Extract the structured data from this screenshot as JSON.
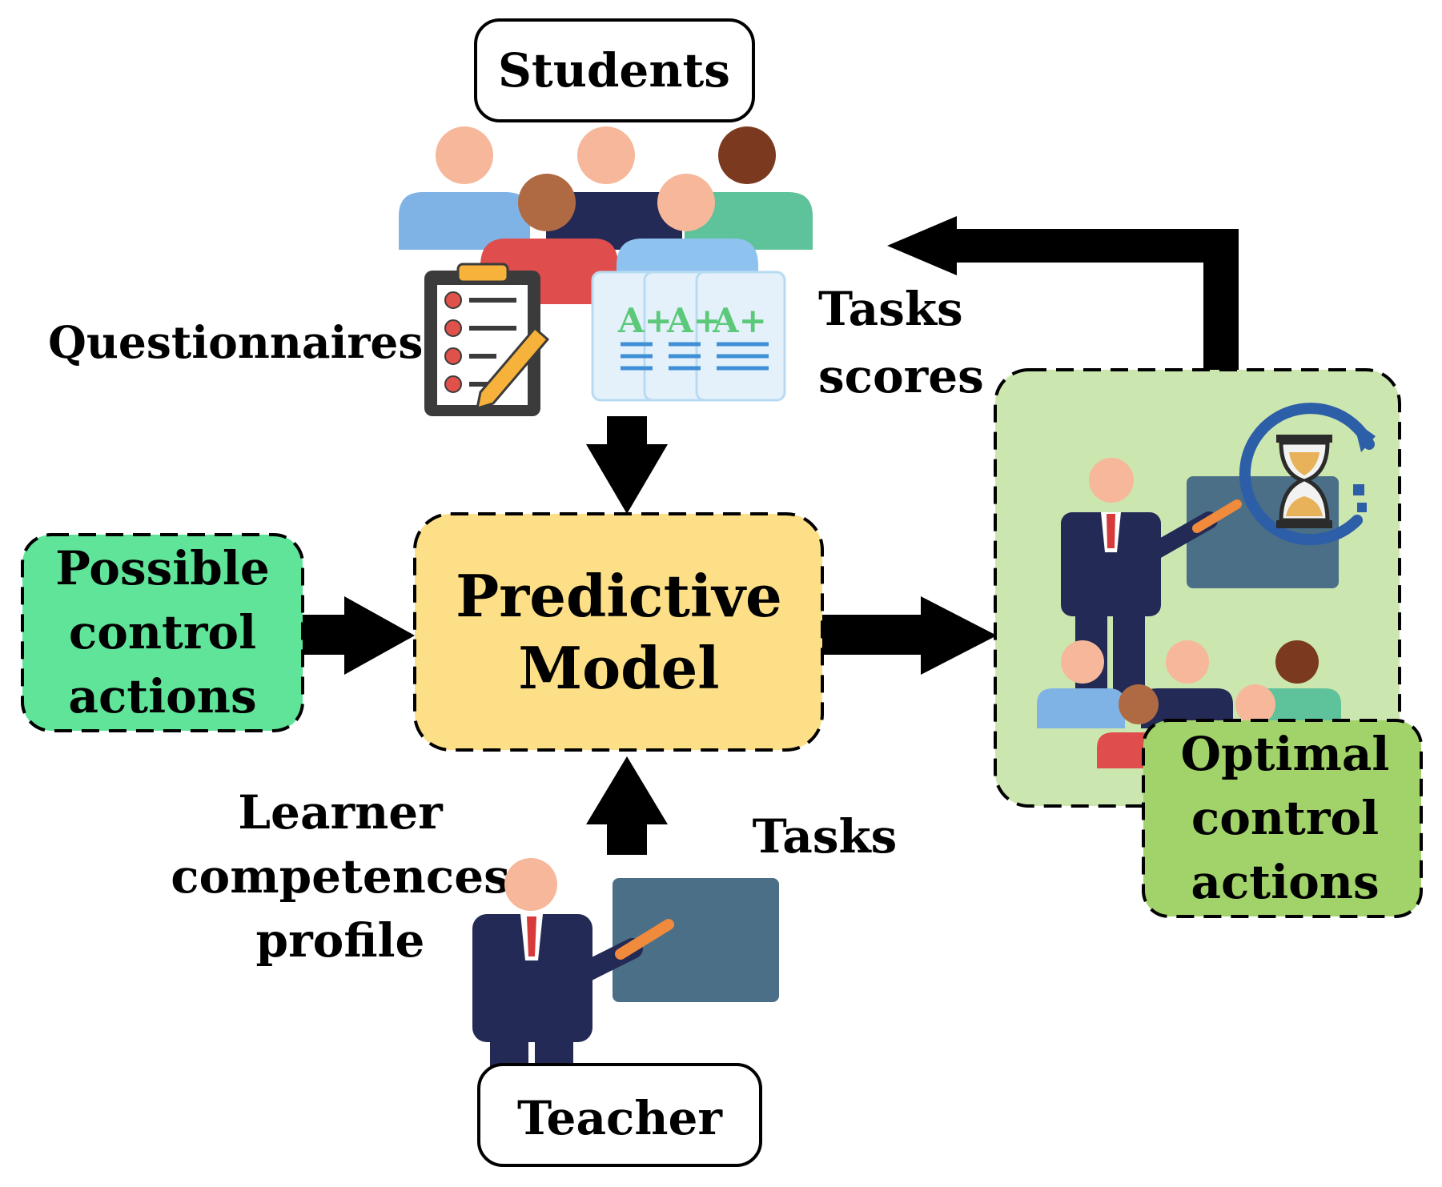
{
  "nodes": {
    "students": "Students",
    "teacher": "Teacher",
    "predictive_model": [
      "Predictive",
      "Model"
    ],
    "possible_actions": [
      "Possible",
      "control",
      "actions"
    ],
    "optimal_actions": [
      "Optimal",
      "control",
      "actions"
    ]
  },
  "labels": {
    "questionnaires": "Questionnaires",
    "tasks_scores": [
      "Tasks",
      "scores"
    ],
    "learner_profile": [
      "Learner",
      "competences",
      "profile"
    ],
    "tasks": "Tasks"
  },
  "score_sheet_text": "A+",
  "icons": [
    "students-group-icon",
    "clipboard-checklist-icon",
    "score-sheets-icon",
    "teacher-board-icon",
    "hourglass-cycle-icon",
    "classroom-icon"
  ],
  "colors": {
    "possible_fill": "#5fe49a",
    "predictive_fill": "#fcdf87",
    "optimal_panel_fill": "#cce6b0",
    "optimal_label_fill": "#a2d36a",
    "board": "#4a6f86",
    "suit": "#222a55",
    "skin": "#f6b79a"
  }
}
